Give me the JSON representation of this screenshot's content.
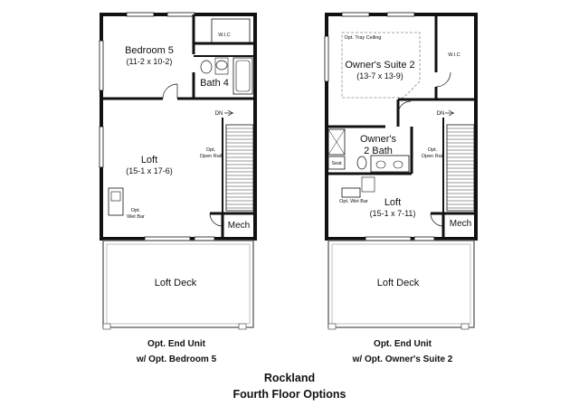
{
  "plan_left": {
    "rooms": {
      "bedroom": "Bedroom 5",
      "bedroom_dim": "(11-2 x 10-2)",
      "wic": "W.I.C",
      "bath": "Bath 4",
      "loft": "Loft",
      "loft_dim": "(15-1 x 17-6)",
      "dn": "DN",
      "open_rail_1": "Opt.",
      "open_rail_2": "Open Rail",
      "wet_bar_1": "Opt.",
      "wet_bar_2": "Wet Bar",
      "mech": "Mech",
      "deck": "Loft Deck"
    },
    "caption_1": "Opt. End Unit",
    "caption_2": "w/ Opt. Bedroom 5"
  },
  "plan_right": {
    "rooms": {
      "tray": "Opt. Tray Ceiling",
      "suite": "Owner's Suite 2",
      "suite_dim": "(13-7 x 13-9)",
      "wic": "W.I.C",
      "bath_1": "Owner's",
      "bath_2": "2 Bath",
      "seat": "Seat",
      "dn": "DN",
      "open_rail_1": "Opt.",
      "open_rail_2": "Open Rail",
      "wet_bar": "Opt. Wet Bar",
      "loft": "Loft",
      "loft_dim": "(15-1 x 7-11)",
      "mech": "Mech",
      "deck": "Loft Deck"
    },
    "caption_1": "Opt. End Unit",
    "caption_2": "w/ Opt. Owner's Suite 2"
  },
  "title_1": "Rockland",
  "title_2": "Fourth Floor Options"
}
